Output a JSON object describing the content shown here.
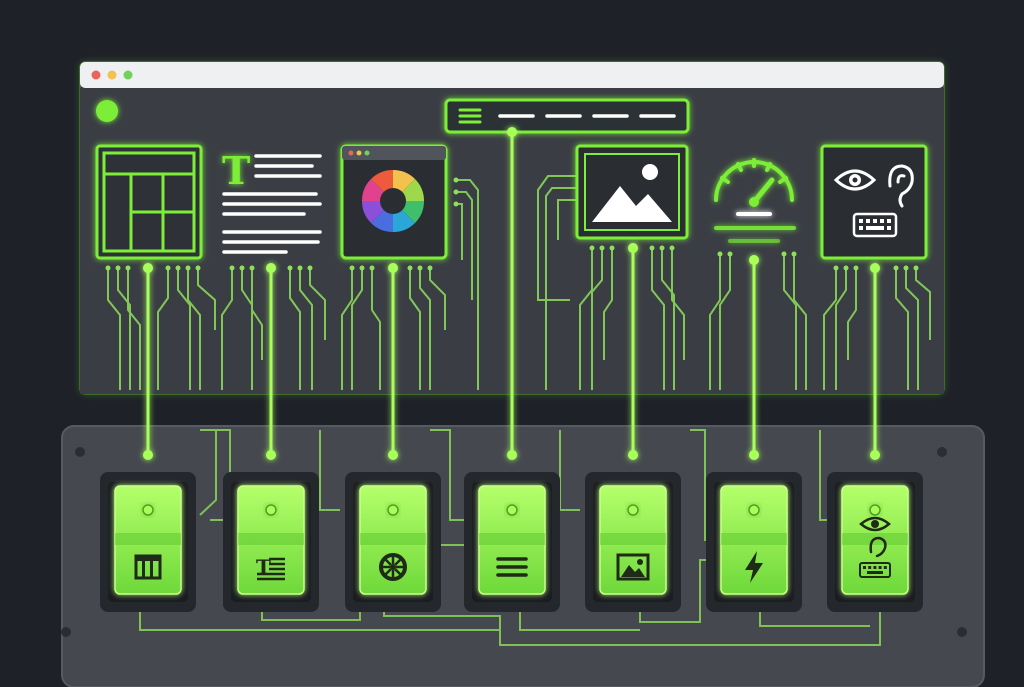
{
  "colors": {
    "background": "#1e2228",
    "browser_bar": "#eef0f2",
    "browser_body": "#3a3e44",
    "panel": "#45494f",
    "accent": "#7dee38",
    "accent_bright": "#a9ff5a",
    "trace": "#8ee05a",
    "dot_red": "#e8655c",
    "dot_yellow": "#f2c14e",
    "dot_green": "#6fd35b"
  },
  "browser": {
    "window_dots": [
      "red",
      "yellow",
      "green"
    ],
    "status_indicator": "green-dot",
    "nav_bar_icon": "menu-icon"
  },
  "modules": [
    {
      "id": "layout",
      "icon": "grid-layout-icon"
    },
    {
      "id": "typography",
      "icon": "text-lines-icon"
    },
    {
      "id": "color",
      "icon": "color-wheel-icon"
    },
    {
      "id": "navigation",
      "icon": "menu-icon"
    },
    {
      "id": "media",
      "icon": "image-icon"
    },
    {
      "id": "performance",
      "icon": "speedometer-icon"
    },
    {
      "id": "accessibility",
      "icon": "eye-ear-keyboard-icon"
    }
  ],
  "switches": [
    {
      "id": "layout",
      "icon": "grid-layout-icon",
      "on": true
    },
    {
      "id": "typography",
      "icon": "text-lines-icon",
      "on": true
    },
    {
      "id": "color",
      "icon": "color-wheel-icon",
      "on": true
    },
    {
      "id": "navigation",
      "icon": "menu-icon",
      "on": true
    },
    {
      "id": "media",
      "icon": "image-icon",
      "on": true
    },
    {
      "id": "performance",
      "icon": "lightning-icon",
      "on": true
    },
    {
      "id": "accessibility",
      "icon": "eye-ear-keyboard-icon",
      "on": true
    }
  ]
}
